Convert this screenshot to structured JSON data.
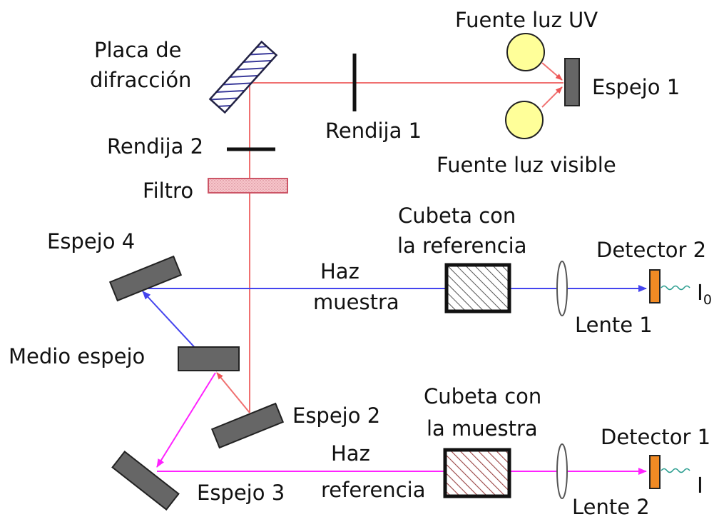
{
  "labels": {
    "placa_line1": "Placa de",
    "placa_line2": "difracción",
    "fuente_uv": "Fuente luz UV",
    "espejo1": "Espejo 1",
    "rendija1": "Rendija 1",
    "fuente_visible": "Fuente luz visible",
    "rendija2": "Rendija 2",
    "filtro": "Filtro",
    "cubeta_ref_line1": "Cubeta con",
    "cubeta_ref_line2": "la referencia",
    "espejo4": "Espejo 4",
    "detector2": "Detector 2",
    "haz_muestra_line1": "Haz",
    "haz_muestra_line2": "muestra",
    "lente1": "Lente 1",
    "medio_espejo": "Medio espejo",
    "espejo2": "Espejo 2",
    "cubeta_muestra_line1": "Cubeta con",
    "cubeta_muestra_line2": "la muestra",
    "detector1": "Detector 1",
    "haz_referencia_line1": "Haz",
    "haz_referencia_line2": "referencia",
    "espejo3": "Espejo 3",
    "lente2": "Lente 2",
    "i0_base": "I",
    "i0_sub": "0",
    "i_symbol": "I"
  },
  "colors": {
    "source_beam": "#f07070",
    "sample_beam": "#5555ee",
    "reference_beam": "#ff33ff",
    "mirror_fill": "#666666",
    "lamp_fill": "#ffff99",
    "detector_fill": "#f08a24",
    "filter_fill": "#f5c5cc",
    "cuvette_ref_hatch": "#4444aa",
    "cuvette_sample_hatch": "#aa4444",
    "signal_wave": "#2a9d8f"
  }
}
